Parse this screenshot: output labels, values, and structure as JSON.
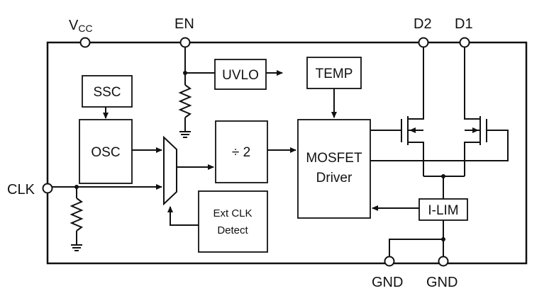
{
  "pins": {
    "vcc_main": "V",
    "vcc_sub": "CC",
    "en": "EN",
    "d2": "D2",
    "d1": "D1",
    "clk": "CLK",
    "gnd_left": "GND",
    "gnd_right": "GND"
  },
  "blocks": {
    "uvlo": "UVLO",
    "temp": "TEMP",
    "ssc": "SSC",
    "osc": "OSC",
    "divider": "÷ 2",
    "mosfet_line1": "MOSFET",
    "mosfet_line2": "Driver",
    "ilim": "I-LIM",
    "extclk_line1": "Ext CLK",
    "extclk_line2": "Detect"
  }
}
